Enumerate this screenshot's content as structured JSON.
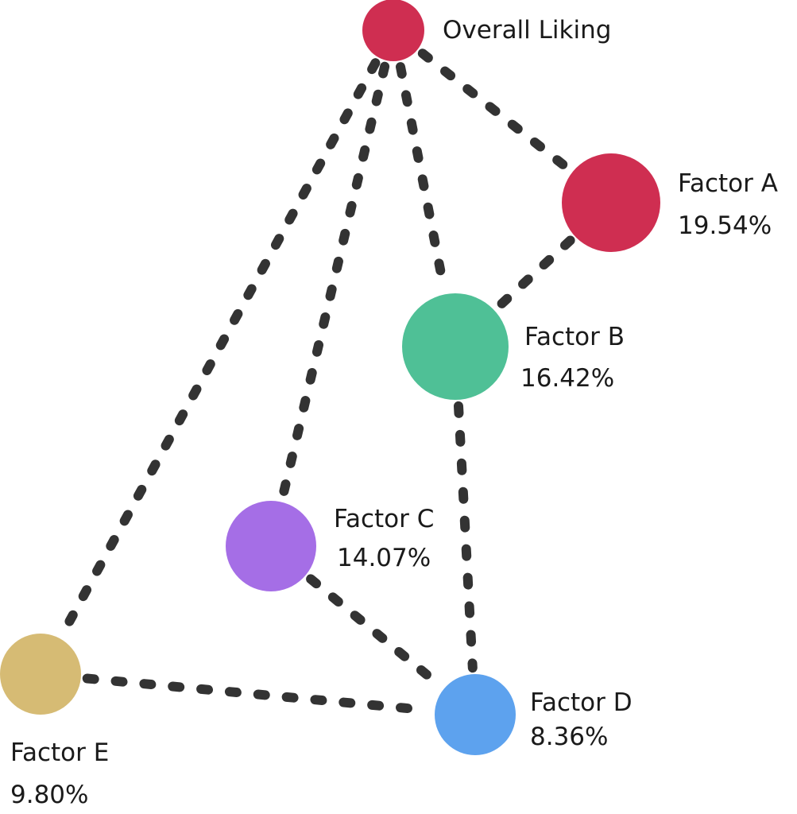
{
  "nodes": {
    "overall": {
      "label": "Overall Liking",
      "color": "#cf2e51"
    },
    "a": {
      "label": "Factor A",
      "value": "19.54%",
      "color": "#cf2e51"
    },
    "b": {
      "label": "Factor B",
      "value": "16.42%",
      "color": "#4fc096"
    },
    "c": {
      "label": "Factor C",
      "value": "14.07%",
      "color": "#a56ee6"
    },
    "d": {
      "label": "Factor D",
      "value": "8.36%",
      "color": "#5da2ee"
    },
    "e": {
      "label": "Factor E",
      "value": "9.80%",
      "color": "#d6bb74"
    }
  },
  "edges": [
    [
      "overall",
      "a"
    ],
    [
      "overall",
      "b"
    ],
    [
      "overall",
      "c"
    ],
    [
      "overall",
      "e"
    ],
    [
      "a",
      "b"
    ],
    [
      "b",
      "d"
    ],
    [
      "c",
      "d"
    ],
    [
      "e",
      "d"
    ]
  ]
}
